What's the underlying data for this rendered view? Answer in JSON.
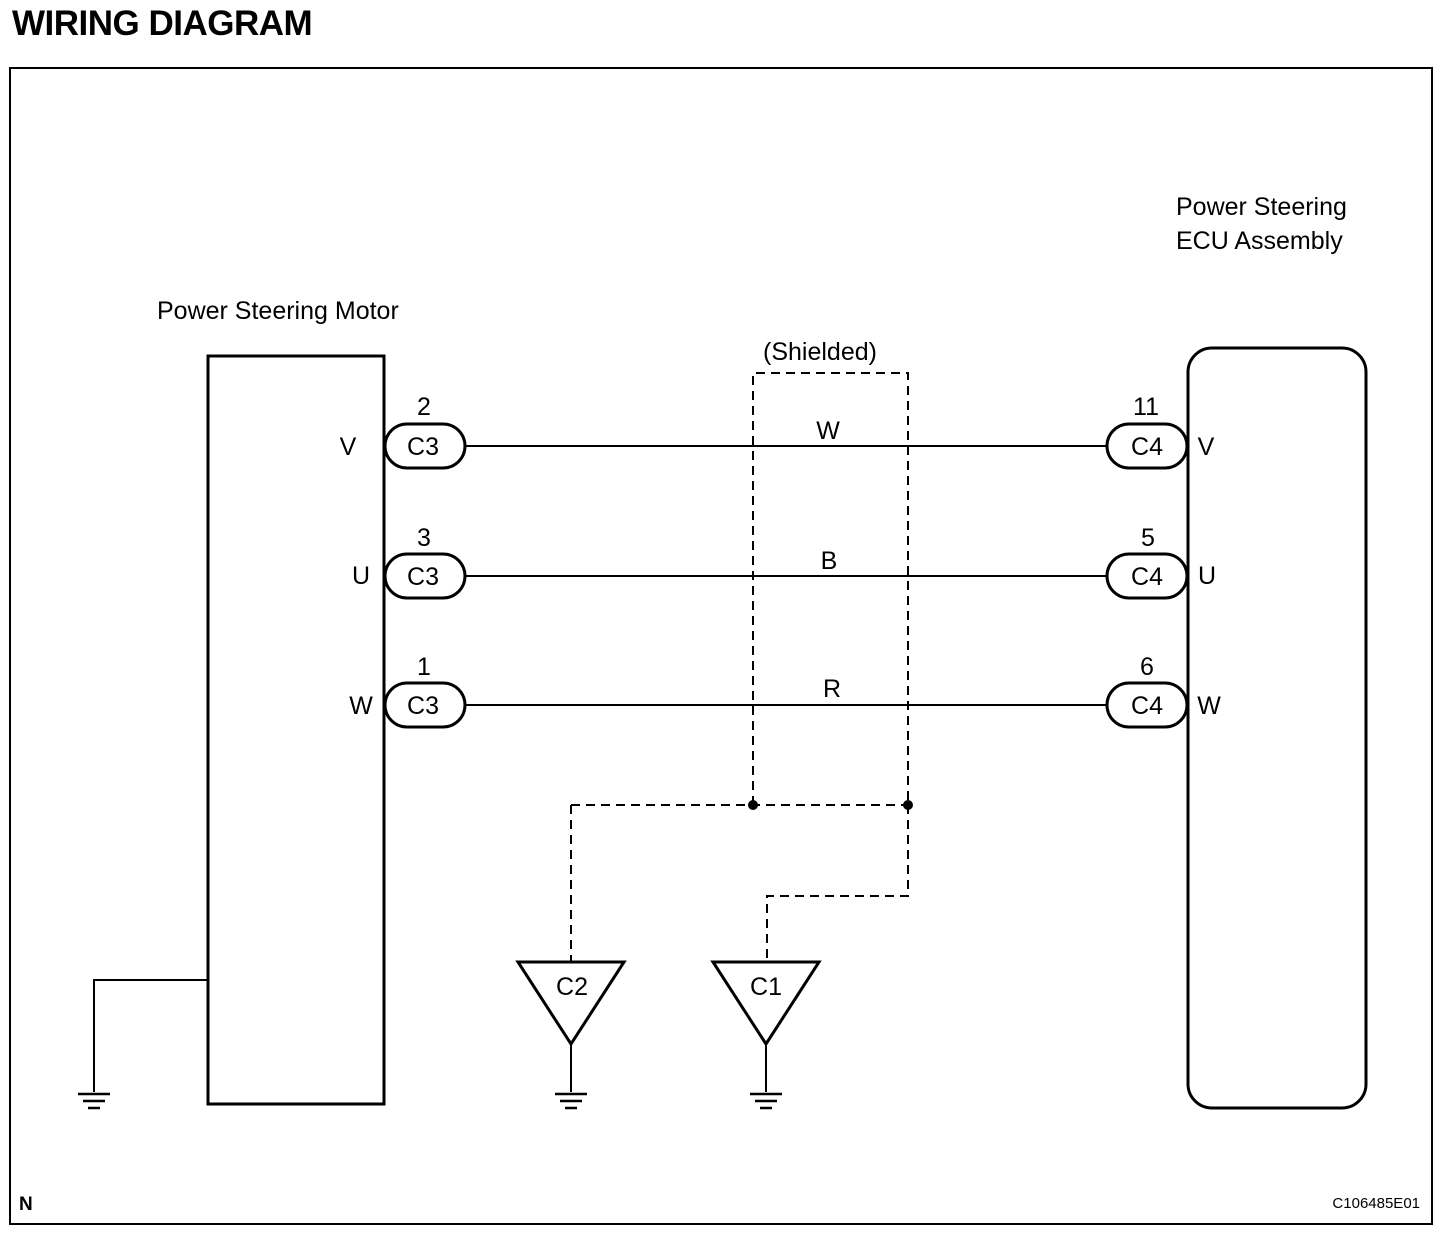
{
  "title": "WIRING DIAGRAM",
  "components": {
    "motor": {
      "label": "Power Steering Motor"
    },
    "ecu": {
      "label_line1": "Power Steering",
      "label_line2": "ECU Assembly"
    }
  },
  "shield": {
    "label": "(Shielded)"
  },
  "wires": [
    {
      "motor_terminal": "V",
      "motor_pin": "2",
      "motor_connector": "C3",
      "color": "W",
      "ecu_pin": "11",
      "ecu_connector": "C4",
      "ecu_terminal": "V"
    },
    {
      "motor_terminal": "U",
      "motor_pin": "3",
      "motor_connector": "C3",
      "color": "B",
      "ecu_pin": "5",
      "ecu_connector": "C4",
      "ecu_terminal": "U"
    },
    {
      "motor_terminal": "W",
      "motor_pin": "1",
      "motor_connector": "C3",
      "color": "R",
      "ecu_pin": "6",
      "ecu_connector": "C4",
      "ecu_terminal": "W"
    }
  ],
  "grounds": [
    {
      "label": "C2"
    },
    {
      "label": "C1"
    }
  ],
  "footer": {
    "left_mark": "N",
    "figure_code": "C106485E01"
  }
}
